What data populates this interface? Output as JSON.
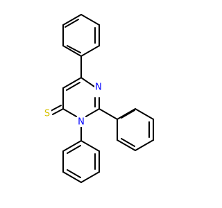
{
  "structure": {
    "atoms": [
      {
        "id": "S1",
        "label": "S",
        "color": "#d6c200"
      },
      {
        "id": "N1",
        "label": "N",
        "color": "#0000ff"
      },
      {
        "id": "N3",
        "label": "N",
        "color": "#0000ff"
      }
    ]
  }
}
